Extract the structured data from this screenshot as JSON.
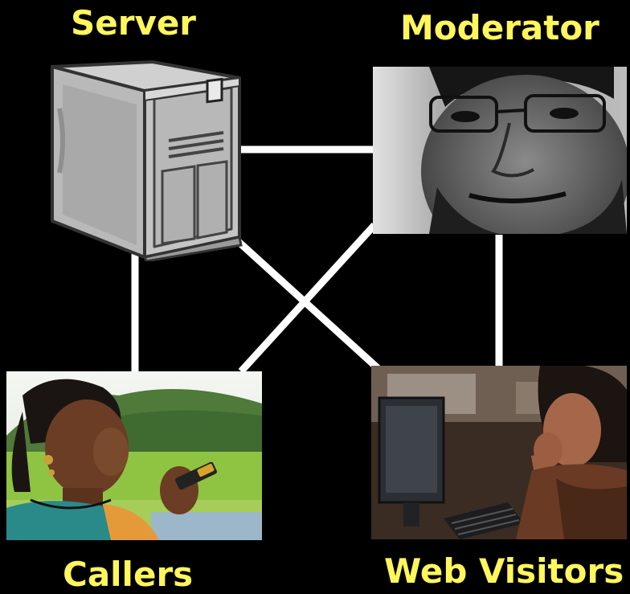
{
  "labels": {
    "server": "Server",
    "moderator": "Moderator",
    "callers": "Callers",
    "web_visitors": "Web Visitors"
  },
  "colors": {
    "label": "#fff65c",
    "background": "#000000",
    "connector": "#ffffff"
  },
  "nodes": [
    {
      "id": "server",
      "icon": "server-tower-icon"
    },
    {
      "id": "moderator",
      "icon": "moderator-portrait"
    },
    {
      "id": "callers",
      "icon": "caller-photo"
    },
    {
      "id": "web_visitors",
      "icon": "web-visitor-photo"
    }
  ],
  "connections": [
    [
      "server",
      "moderator"
    ],
    [
      "server",
      "callers"
    ],
    [
      "server",
      "web_visitors"
    ],
    [
      "moderator",
      "callers"
    ],
    [
      "moderator",
      "web_visitors"
    ]
  ]
}
